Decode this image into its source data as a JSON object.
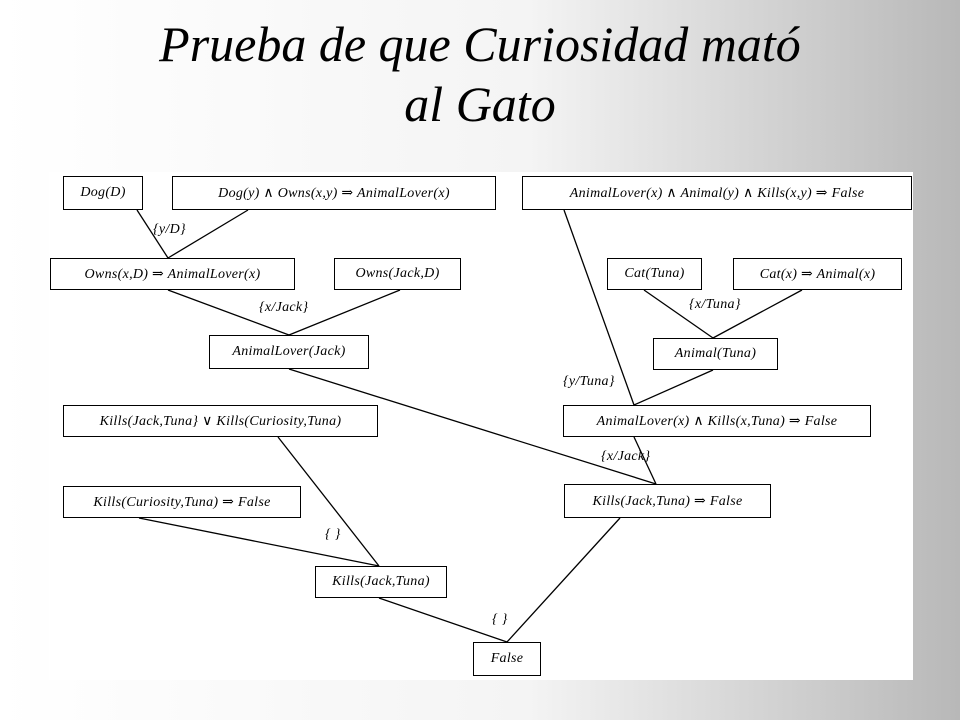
{
  "title": {
    "line1": "Prueba de que Curiosidad mató",
    "line2": "al Gato"
  },
  "nodes": {
    "dog_d": "Dog(D)",
    "dog_rule": "Dog(y)  ∧  Owns(x,y)  ⇒ AnimalLover(x)",
    "animallover_rule": "AnimalLover(x)   ∧  Animal(y)  ∧  Kills(x,y)  ⇒ False",
    "owns_rule": "Owns(x,D)  ⇒ AnimalLover(x)",
    "owns_jack_d": "Owns(Jack,D)",
    "cat_tuna": "Cat(Tuna)",
    "cat_rule": "Cat(x)   ⇒ Animal(x)",
    "animallover_jack": "AnimalLover(Jack)",
    "animal_tuna": "Animal(Tuna)",
    "kills_disjunction": "Kills(Jack,Tuna}  ∨ Kills(Curiosity,Tuna)",
    "animallover_kills_rule": "AnimalLover(x)  ∧ Kills(x,Tuna)  ⇒ False",
    "kills_curiosity_rule": "Kills(Curiosity,Tuna)   ⇒ False",
    "kills_jack_rule": "Kills(Jack,Tuna)   ⇒ False",
    "kills_jack_tuna": "Kills(Jack,Tuna)",
    "false": "False"
  },
  "substitutions": {
    "y_d": "{y/D}",
    "x_jack_1": "{x/Jack}",
    "x_tuna": "{x/Tuna}",
    "y_tuna": "{y/Tuna}",
    "x_jack_2": "{x/Jack}",
    "empty_1": "{ }",
    "empty_2": "{ }"
  }
}
